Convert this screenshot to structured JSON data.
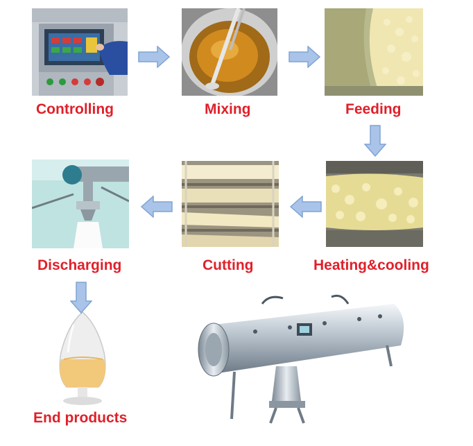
{
  "steps": [
    {
      "label": "Controlling"
    },
    {
      "label": "Mixing"
    },
    {
      "label": "Feeding"
    },
    {
      "label": "Heating&cooling"
    },
    {
      "label": "Cutting"
    },
    {
      "label": "Discharging"
    }
  ],
  "end": {
    "label": "End products"
  },
  "colors": {
    "label": "#e0202a",
    "arrow_fill": "#a9c4e8",
    "arrow_stroke": "#7fa3d3"
  }
}
